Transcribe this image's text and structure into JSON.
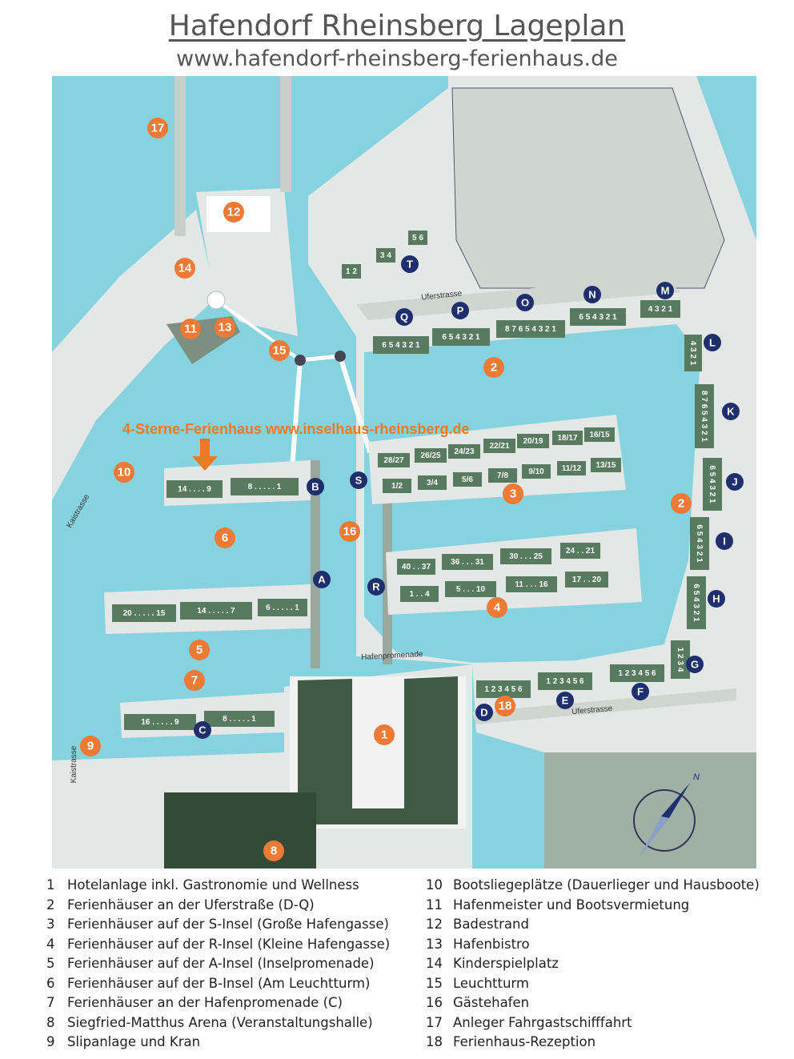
{
  "header": {
    "title": "Hafendorf Rheinsberg Lageplan",
    "url": "www.hafendorf-rheinsberg-ferienhaus.de"
  },
  "map": {
    "annotation": "4-Sterne-Ferienhaus www.inselhaus-rheinsberg.de",
    "streets": {
      "uferstrasse_north": "Uferstrasse",
      "uferstrasse_south": "Uferstrasse",
      "hafenpromenade": "Hafenpromenade",
      "kaistrasse_north": "Kaistrasse",
      "kaistrasse_south": "Kaistrasse"
    },
    "number_markers": [
      "17",
      "12",
      "14",
      "11",
      "13",
      "15",
      "2",
      "2",
      "10",
      "6",
      "16",
      "3",
      "4",
      "5",
      "7",
      "1",
      "9",
      "18",
      "8"
    ],
    "letter_markers": [
      "T",
      "Q",
      "P",
      "O",
      "N",
      "M",
      "L",
      "K",
      "J",
      "I",
      "H",
      "G",
      "F",
      "E",
      "D",
      "B",
      "S",
      "A",
      "R",
      "C"
    ],
    "house_labels": [
      "1 2",
      "3 4",
      "5 6",
      "6 5 4 3 2 1",
      "6 5 4 3 2 1",
      "8 7 6 5 4 3 2 1",
      "6 5 4 3 2 1",
      "4 3 2 1",
      "4 3 2 1",
      "8 7 6 5 4 3 2 1",
      "6 5 4 3 2 1",
      "6 5 4 3 2 1",
      "6 5 4 3 2 1",
      "1 2 3 4",
      "1 2 3 4 5 6",
      "1 2 3 4 5 6",
      "1 2 3 4 5 6",
      "28/27",
      "26/25",
      "24/23",
      "22/21",
      "20/19",
      "18/17",
      "16/15",
      "1/2",
      "3/4",
      "5/6",
      "7/8",
      "9/10",
      "11/12",
      "13/15",
      "40 . . 37",
      "36 . . . 31",
      "30 . . . 25",
      "24 . . 21",
      "1 . . 4",
      "5 . . . 10",
      "11 . . . 16",
      "17 . . 20",
      "14 . . . . 9",
      "8 . . . . . 1",
      "20 . . . . . 15",
      "14 . . . . . 7",
      "6 . . . . . 1",
      "16 . . . . . 9",
      "8 . . . . . 1"
    ],
    "colors": {
      "water": "#86d3df",
      "land": "#e3e7e5",
      "houses": "#587a5f",
      "number_marker": "#ee7a36",
      "letter_marker": "#1f2f6e",
      "annotation": "#f07a22"
    }
  },
  "legend": {
    "left": [
      {
        "num": "1",
        "text": "Hotelanlage inkl. Gastronomie und Wellness"
      },
      {
        "num": "2",
        "text": "Ferienhäuser an der Uferstraße (D-Q)"
      },
      {
        "num": "3",
        "text": "Ferienhäuser auf der S-Insel (Große Hafengasse)"
      },
      {
        "num": "4",
        "text": "Ferienhäuser auf der R-Insel (Kleine Hafengasse)"
      },
      {
        "num": "5",
        "text": "Ferienhäuser auf der A-Insel (Inselpromenade)"
      },
      {
        "num": "6",
        "text": "Ferienhäuser auf der B-Insel (Am Leuchtturm)"
      },
      {
        "num": "7",
        "text": "Ferienhäuser an der Hafenpromenade (C)"
      },
      {
        "num": "8",
        "text": "Siegfried-Matthus Arena (Veranstaltungshalle)"
      },
      {
        "num": "9",
        "text": "Slipanlage und Kran"
      }
    ],
    "right": [
      {
        "num": "10",
        "text": "Bootsliegeplätze (Dauerlieger und Hausboote)"
      },
      {
        "num": "11",
        "text": "Hafenmeister und Bootsvermietung"
      },
      {
        "num": "12",
        "text": "Badestrand"
      },
      {
        "num": "13",
        "text": "Hafenbistro"
      },
      {
        "num": "14",
        "text": "Kinderspielplatz"
      },
      {
        "num": "15",
        "text": "Leuchtturm"
      },
      {
        "num": "16",
        "text": "Gästehafen"
      },
      {
        "num": "17",
        "text": "Anleger Fahrgastschifffahrt"
      },
      {
        "num": "18",
        "text": "Ferienhaus-Rezeption"
      }
    ]
  }
}
